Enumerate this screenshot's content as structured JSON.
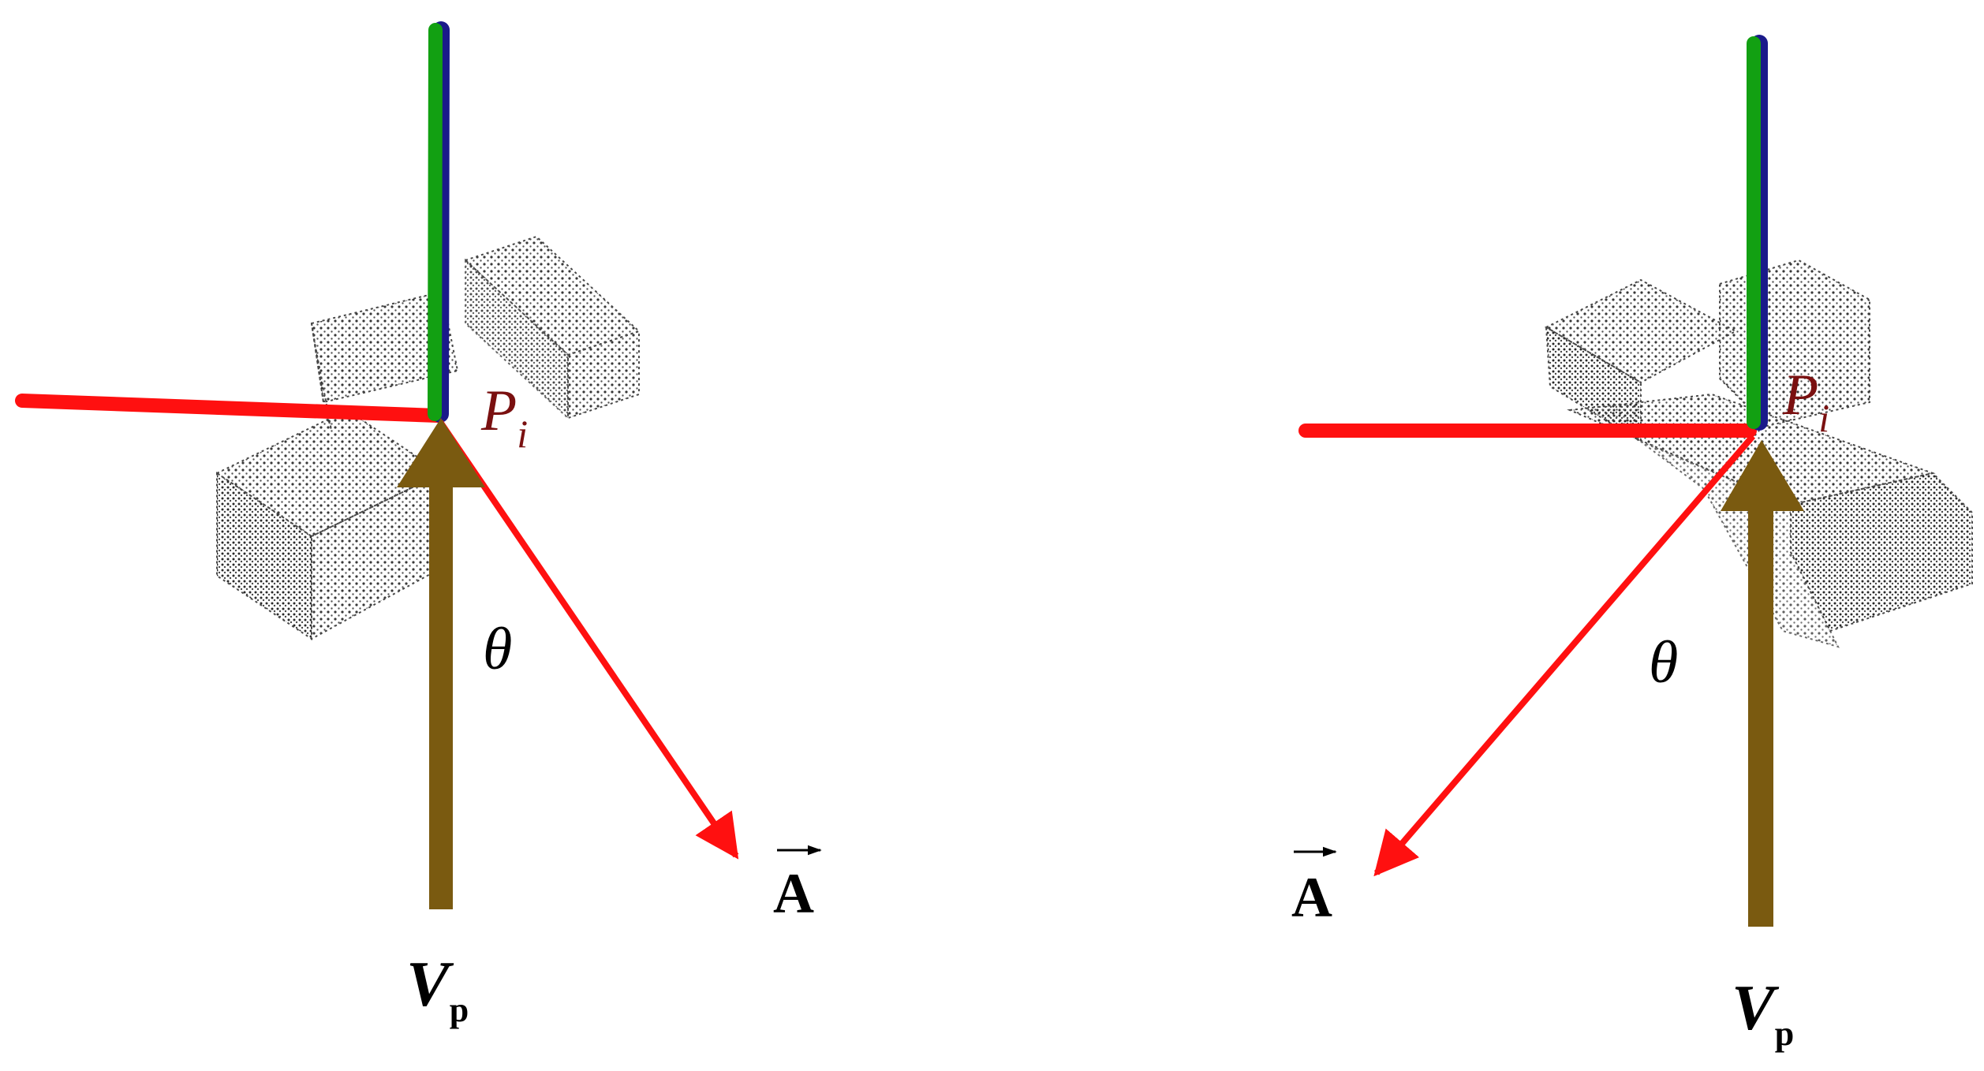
{
  "colors": {
    "axis_red": "#ff1010",
    "axis_green": "#12a012",
    "axis_blue": "#1a1a8a",
    "view_vector": "#7a5a10",
    "point_label": "#7a1010",
    "point_cloud": "#222222",
    "text": "#000000"
  },
  "panels": [
    {
      "point_label": {
        "base": "P",
        "sub": "i"
      },
      "angle_label": "θ",
      "vector_a_label": "A",
      "view_label": {
        "base": "V",
        "sub": "p"
      }
    },
    {
      "point_label": {
        "base": "P",
        "sub": "i"
      },
      "angle_label": "θ",
      "vector_a_label": "A",
      "view_label": {
        "base": "V",
        "sub": "p"
      }
    }
  ]
}
